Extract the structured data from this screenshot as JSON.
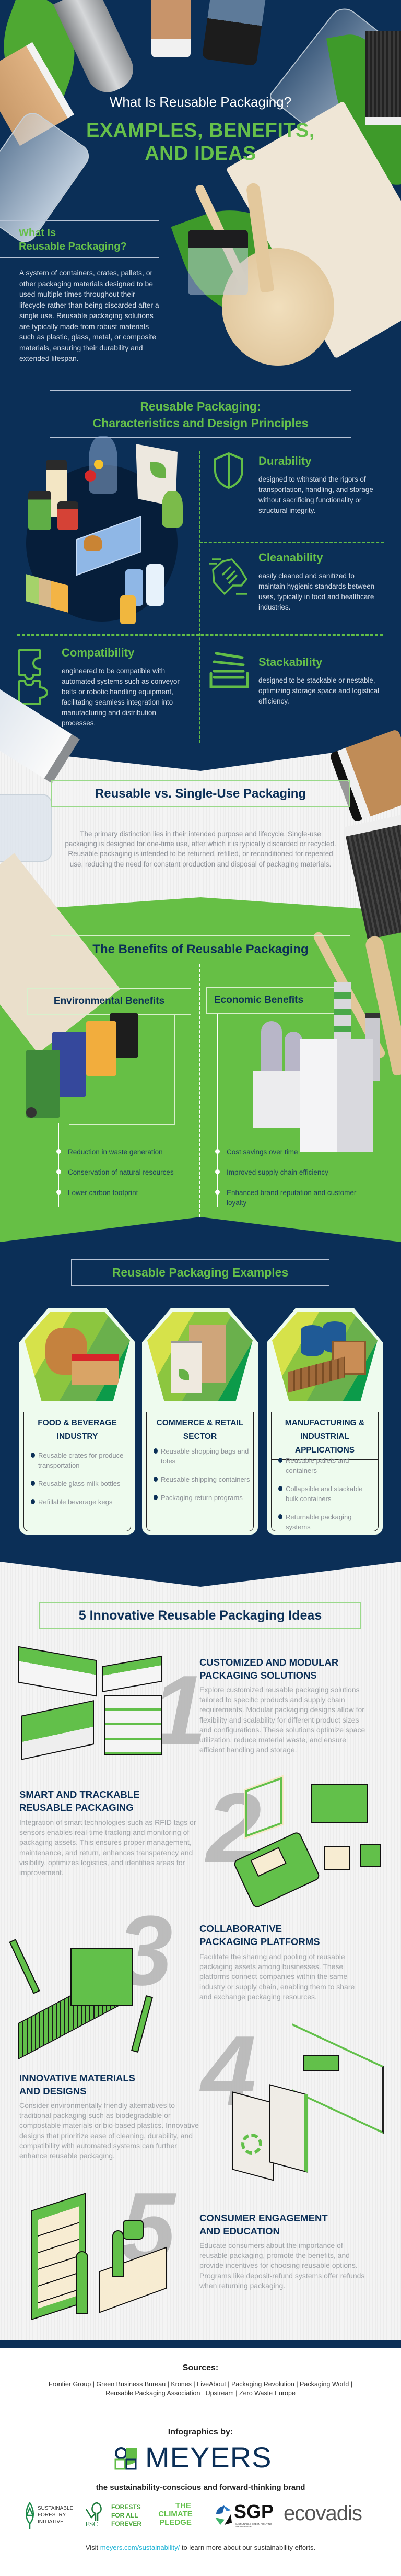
{
  "colors": {
    "navy": "#0b2f57",
    "green": "#66bf45",
    "heading_green": "#66c04a",
    "body_gray": "#a0a4a8"
  },
  "header": {
    "subtitle_box": "What Is Reusable Packaging?",
    "title_line1": "EXAMPLES, BENEFITS,",
    "title_line2": "AND IDEAS"
  },
  "intro": {
    "heading_line1": "What Is",
    "heading_line2": "Reusable Packaging?",
    "body": "A system of containers, crates, pallets, or other packaging materials designed to be used multiple times throughout their lifecycle rather than being discarded after a single use. Reusable packaging solutions are typically made from robust materials such as plastic, glass, metal, or composite materials, ensuring their durability and extended lifespan."
  },
  "characteristics": {
    "title_line1": "Reusable Packaging:",
    "title_line2": "Characteristics and Design Principles",
    "items": [
      {
        "title": "Durability",
        "icon": "shield-icon",
        "body": "designed to withstand the rigors of transportation, handling, and storage without sacrificing functionality or structural integrity."
      },
      {
        "title": "Cleanability",
        "icon": "hand-wipe-icon",
        "body": "easily cleaned and sanitized to maintain hygienic standards between uses, typically in food and healthcare industries."
      },
      {
        "title": "Compatibility",
        "icon": "puzzle-icon",
        "body": "engineered to be compatible with automated systems such as conveyor belts or robotic handling equipment, facilitating seamless integration into manufacturing and distribution processes."
      },
      {
        "title": "Stackability",
        "icon": "stack-icon",
        "body": "designed to be stackable or nestable, optimizing storage space and logistical efficiency."
      }
    ]
  },
  "comparison": {
    "title": "Reusable vs. Single-Use Packaging",
    "body": "The primary distinction lies in their intended purpose and lifecycle. Single-use packaging is designed for one-time use, after which it is typically discarded or recycled. Reusable packaging is intended to be returned, refilled, or reconditioned for repeated use, reducing the need for constant production and disposal of packaging materials."
  },
  "benefits": {
    "title": "The Benefits of Reusable Packaging",
    "environmental": {
      "title": "Environmental Benefits",
      "items": [
        "Reduction in waste generation",
        "Conservation of natural resources",
        "Lower carbon footprint"
      ]
    },
    "economic": {
      "title": "Economic Benefits",
      "items": [
        "Cost savings over time",
        "Improved supply chain efficiency",
        "Enhanced brand reputation and customer loyalty"
      ]
    }
  },
  "examples": {
    "title": "Reusable Packaging Examples",
    "cards": [
      {
        "title": "FOOD & BEVERAGE INDUSTRY",
        "items": [
          "Reusable crates for produce transportation",
          "Reusable glass milk bottles",
          "Refillable beverage kegs"
        ]
      },
      {
        "title": "COMMERCE & RETAIL SECTOR",
        "items": [
          "Reusable shopping bags and totes",
          "Reusable shipping containers",
          "Packaging return programs"
        ]
      },
      {
        "title": "MANUFACTURING & INDUSTRIAL APPLICATIONS",
        "items": [
          "Reusable pallets and containers",
          "Collapsible and stackable bulk containers",
          "Returnable packaging systems"
        ]
      }
    ]
  },
  "ideas": {
    "title": "5 Innovative Reusable Packaging Ideas",
    "items": [
      {
        "number": "1",
        "title_line1": "Customized and Modular",
        "title_line2": "Packaging Solutions",
        "body": "Explore customized reusable packaging solutions tailored to specific products and supply chain requirements. Modular packaging designs allow for flexibility and scalability for different product sizes and configurations. These solutions optimize space utilization, reduce material waste, and ensure efficient handling and storage."
      },
      {
        "number": "2",
        "title_line1": "Smart and Trackable",
        "title_line2": "Reusable Packaging",
        "body": "Integration of smart technologies such as RFID tags or sensors enables real-time tracking and monitoring of packaging assets. This ensures proper management, maintenance, and return, enhances transparency and visibility, optimizes logistics, and identifies areas for improvement."
      },
      {
        "number": "3",
        "title_line1": "Collaborative",
        "title_line2": "Packaging Platforms",
        "body": "Facilitate the sharing and pooling of reusable packaging assets among businesses. These platforms connect companies within the same industry or supply chain, enabling them to share and exchange packaging resources."
      },
      {
        "number": "4",
        "title_line1": "Innovative Materials",
        "title_line2": "and Designs",
        "body": "Consider environmentally friendly alternatives to traditional packaging such as biodegradable or compostable materials or bio-based plastics. Innovative designs that prioritize ease of cleaning, durability, and compatibility with automated systems can further enhance reusable packaging."
      },
      {
        "number": "5",
        "title_line1": "Consumer Engagement",
        "title_line2": "and Education",
        "body": "Educate consumers about the importance of reusable packaging, promote the benefits, and provide incentives for choosing reusable options. Programs like deposit-refund systems offer refunds when returning packaging."
      }
    ]
  },
  "footer": {
    "sources_label": "Sources:",
    "sources_line1": "Frontier Group | Green Business Bureau | Krones | LiveAbout | Packaging Revolution | Packaging World |",
    "sources_line2": "Reusable Packaging Association | Upstream | Zero Waste Europe",
    "credit_label": "Infographics by:",
    "brand": "MEYERS",
    "tagline": "the sustainability-conscious and forward-thinking brand",
    "partners": {
      "sfi": [
        "SUSTAINABLE",
        "FORESTRY",
        "INITIATIVE"
      ],
      "fsc": {
        "mark": "FSC",
        "text": [
          "FORESTS",
          "FOR ALL",
          "FOREVER"
        ]
      },
      "climate": [
        "THE",
        "CLIMATE",
        "PLEDGE"
      ],
      "sgp": {
        "mark": "SGP",
        "text": "SUSTAINABLE GREEN PRINTING PARTNERSHIP"
      },
      "ecovadis": "ecovadis"
    },
    "visit_prefix": "Visit ",
    "visit_link": "meyers.com/sustainability/",
    "visit_suffix": " to learn more about our sustainability efforts."
  }
}
